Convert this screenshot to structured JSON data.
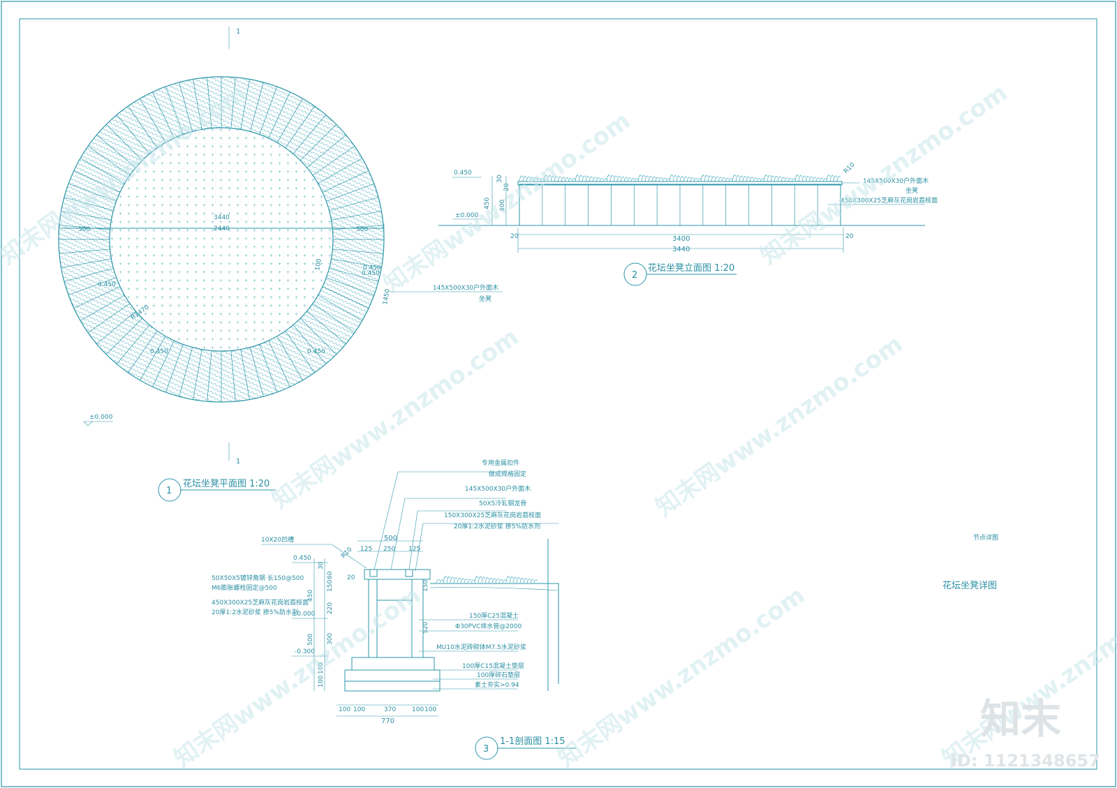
{
  "plan": {
    "section_mark": "1",
    "dim_outer": "3440",
    "dim_inner": "2440",
    "dim_left_500": "500",
    "dim_right_500": "500",
    "dim_100": "100",
    "dim_450": "0.450",
    "dim_1450": "1450",
    "radius": "R1470",
    "lvl_left": "0.450",
    "lvl_bl": "0.450",
    "lvl_br": "0.450",
    "lvl_right": "0.450",
    "level_zero": "±0.000",
    "note_line1": "145X500X30户外面木",
    "note_line2": "坐凳",
    "title_num": "1",
    "title": "花坛坐凳平面图 1:20"
  },
  "elevation": {
    "level_top": "0.450",
    "level_zero": "±0.000",
    "dim_30": "30",
    "dim_20": "20",
    "dim_450": "450",
    "dim_400": "400",
    "dim_left20": "20",
    "dim_right20": "20",
    "dim_3400": "3400",
    "dim_3440": "3440",
    "r10": "R10",
    "note1_line1": "145X500X30户外面木",
    "note1_line2": "坐凳",
    "note2": "450X300X25芝麻灰花岗岩荔枝面",
    "title_num": "2",
    "title": "花坛坐凳立面图 1:20"
  },
  "section": {
    "note_top1": "专用金属扣件",
    "note_top2": "做成规格固定",
    "note_wood": "145X500X30户外面木",
    "note_steel": "50X5冷轧钢龙骨",
    "note_granite": "150X300X25芝麻灰花岗岩荔枝面",
    "note_mortar": "20厚1:2水泥砂浆 掺5%防水剂",
    "note_groove": "10X20凹槽",
    "dim_500": "500",
    "dim_125a": "125",
    "dim_250": "250",
    "dim_125b": "125",
    "r10": "R10",
    "level_top": "0.450",
    "dim_20": "20",
    "note_angle1": "50X50X5镀锌角钢 长150@500",
    "note_angle2": "M6膨胀螺栓固定@500",
    "note_granite2": "450X300X25芝麻灰花岗岩荔枝面",
    "note_mortar2": "20厚1:2水泥砂浆 掺5%防水剂",
    "level_zero": "±0.000",
    "level_neg": "-0.300",
    "dim_30": "30",
    "dim_60": "60",
    "dim_450": "450",
    "dim_150": "150",
    "dim_220": "220",
    "dim_500v": "500",
    "dim_300": "300",
    "dim_100a": "100",
    "dim_100b": "100",
    "dim_150r": "150",
    "dim_520": "520",
    "note_concrete": "150厚C25混凝土",
    "note_pvc": "Φ30PVC排水管@2000",
    "note_brick": "MU10水泥砖砌体M7.5水泥砂浆",
    "note_c15": "100厚C15混凝土垫层",
    "note_gravel": "100厚碎石垫层",
    "note_soil": "素土夯实>0.94",
    "dim_b100a": "100",
    "dim_b100b": "100",
    "dim_370": "370",
    "dim_b100c": "100",
    "dim_b100d": "100",
    "dim_770": "770",
    "title_num": "3",
    "title": "1-1剖面图 1:15"
  },
  "titleblock": {
    "small": "节点详图",
    "name": "花坛坐凳详图"
  },
  "watermark": {
    "text": "知末网www.znzmo.com",
    "logo": "知末",
    "id": "ID: 1121348657"
  },
  "colors": {
    "line": "#2a95a8",
    "hatch": "#3aa6b8",
    "watermark": "#c9e6ec"
  }
}
